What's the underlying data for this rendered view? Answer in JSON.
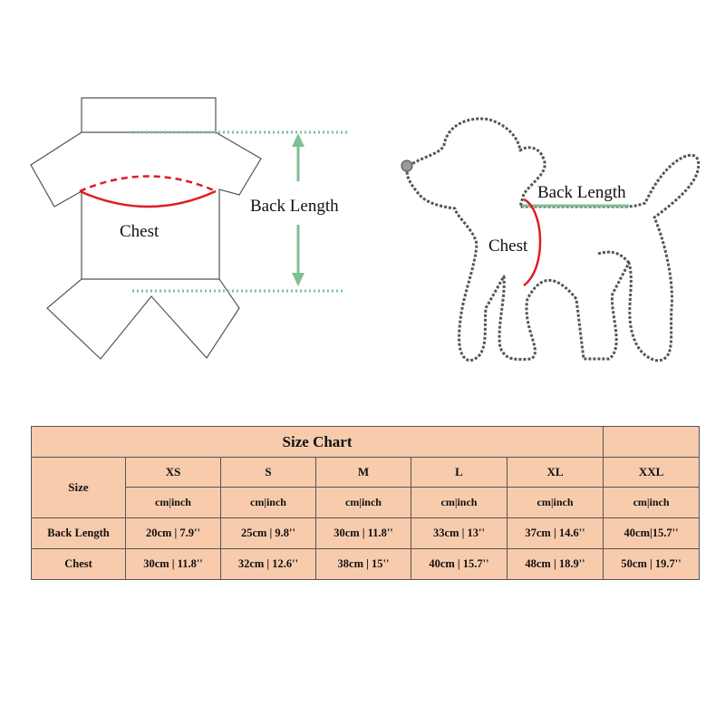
{
  "diagram_labels": {
    "garment_chest": "Chest",
    "garment_back_length": "Back Length",
    "dog_chest": "Chest",
    "dog_back_length": "Back Length"
  },
  "colors": {
    "chest_measure": "#e01b24",
    "length_measure": "#7fbf95",
    "table_fill": "#f8cbad",
    "outline": "#555555"
  },
  "size_chart": {
    "title": "Size Chart",
    "size_header": "Size",
    "sizes": [
      {
        "label": "XS",
        "unit": "cm|inch",
        "back_length": "20cm | 7.9''",
        "chest": "30cm | 11.8''"
      },
      {
        "label": "S",
        "unit": "cm|inch",
        "back_length": "25cm | 9.8''",
        "chest": "32cm | 12.6''"
      },
      {
        "label": "M",
        "unit": "cm|inch",
        "back_length": "30cm | 11.8''",
        "chest": "38cm | 15''"
      },
      {
        "label": "L",
        "unit": "cm|inch",
        "back_length": "33cm | 13''",
        "chest": "40cm | 15.7''"
      },
      {
        "label": "XL",
        "unit": "cm|inch",
        "back_length": "37cm | 14.6''",
        "chest": "48cm | 18.9''"
      },
      {
        "label": "XXL",
        "unit": "cm|inch",
        "back_length": "40cm|15.7''",
        "chest": "50cm | 19.7''"
      }
    ],
    "row_labels": {
      "back_length": "Back Length",
      "chest": "Chest"
    }
  }
}
